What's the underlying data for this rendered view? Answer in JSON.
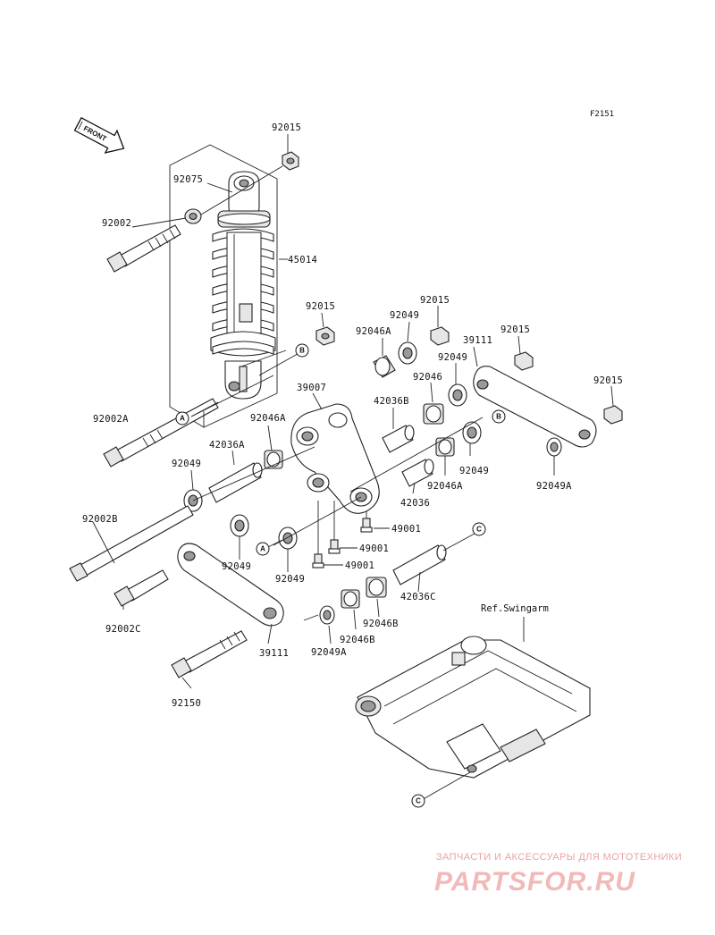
{
  "figure_code": "F2151",
  "front_arrow_text": "FRONT",
  "reference_text": "Ref.Swingarm",
  "callouts": [
    "A",
    "B",
    "C"
  ],
  "labels": {
    "l_92015_a": "92015",
    "l_92075": "92075",
    "l_92002": "92002",
    "l_45014": "45014",
    "l_92015_b": "92015",
    "l_92015_c": "92015",
    "l_92049_a": "92049",
    "l_92046A_a": "92046A",
    "l_92015_d": "92015",
    "l_39111_a": "39111",
    "l_92049_b": "92049",
    "l_39007": "39007",
    "l_92046": "92046",
    "l_42036B": "42036B",
    "l_92015_e": "92015",
    "l_92002A": "92002A",
    "l_92046A_b": "92046A",
    "l_42036A": "42036A",
    "l_92049_c": "92049",
    "l_92046A_c": "92046A",
    "l_42036": "42036",
    "l_92049A_a": "92049A",
    "l_92049_d": "92049",
    "l_92002B": "92002B",
    "l_49001_a": "49001",
    "l_49001_b": "49001",
    "l_49001_c": "49001",
    "l_92049_e": "92049",
    "l_92049_f": "92049",
    "l_42036C": "42036C",
    "l_92002C": "92002C",
    "l_92046B_a": "92046B",
    "l_92046B_b": "92046B",
    "l_39111_b": "39111",
    "l_92049A_b": "92049A",
    "l_92150": "92150"
  },
  "watermark": {
    "tagline": "ЗАПЧАСТИ И АКСЕССУАРЫ ДЛЯ МОТОТЕХНИКИ",
    "brand": "PARTSFOR.RU"
  }
}
